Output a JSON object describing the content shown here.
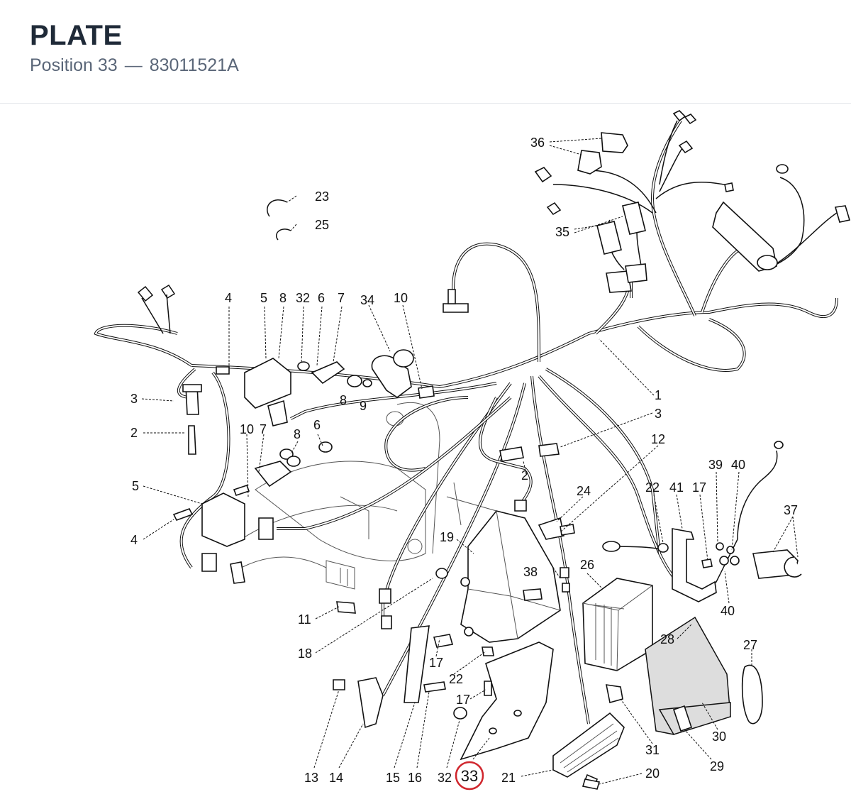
{
  "header": {
    "title": "PLATE",
    "position_label": "Position 33",
    "separator": "—",
    "part_number": "83011521A"
  },
  "diagram": {
    "highlight_color": "#d0262d",
    "callouts": {
      "c36": "36",
      "c23": "23",
      "c25": "25",
      "c35": "35",
      "c4a": "4",
      "c5a": "5",
      "c8a": "8",
      "c32a": "32",
      "c6a": "6",
      "c7a": "7",
      "c34": "34",
      "c10a": "10",
      "c3a": "3",
      "c2a": "2",
      "c8b": "8",
      "c9": "9",
      "c10b": "10",
      "c7b": "7",
      "c8c": "8",
      "c6b": "6",
      "c5b": "5",
      "c4b": "4",
      "c1": "1",
      "c3b": "3",
      "c12": "12",
      "c2b": "2",
      "c24": "24",
      "c39": "39",
      "c40a": "40",
      "c37": "37",
      "c22a": "22",
      "c41": "41",
      "c17a": "17",
      "c19": "19",
      "c38": "38",
      "c26": "26",
      "c40b": "40",
      "c11": "11",
      "c18": "18",
      "c17b": "17",
      "c22b": "22",
      "c17c": "17",
      "c28": "28",
      "c27": "27",
      "c30": "30",
      "c31": "31",
      "c29": "29",
      "c20": "20",
      "c13": "13",
      "c14": "14",
      "c15": "15",
      "c16": "16",
      "c32b": "32",
      "c33": "33",
      "c21": "21"
    }
  }
}
